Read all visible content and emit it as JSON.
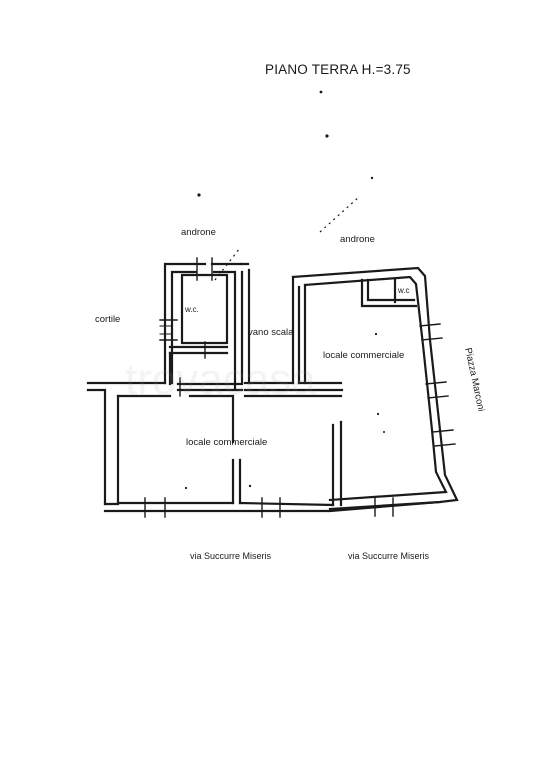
{
  "title": "PIANO TERRA H.=3.75",
  "labels": {
    "androne_left": "androne",
    "androne_right": "androne",
    "cortile": "cortile",
    "wc_left": "w.c.",
    "wc_right": "w.c",
    "vano_scala": "vano scala",
    "locale_commerciale_right": "locale commerciale",
    "locale_commerciale_left": "locale commerciale",
    "piazza": "Piazza Marconi",
    "via_left": "via Succurre Miseris",
    "via_right": "via Succurre Miseris"
  },
  "watermark": "trovacasa",
  "colors": {
    "ink": "#1a1a1a",
    "paper": "#ffffff"
  }
}
